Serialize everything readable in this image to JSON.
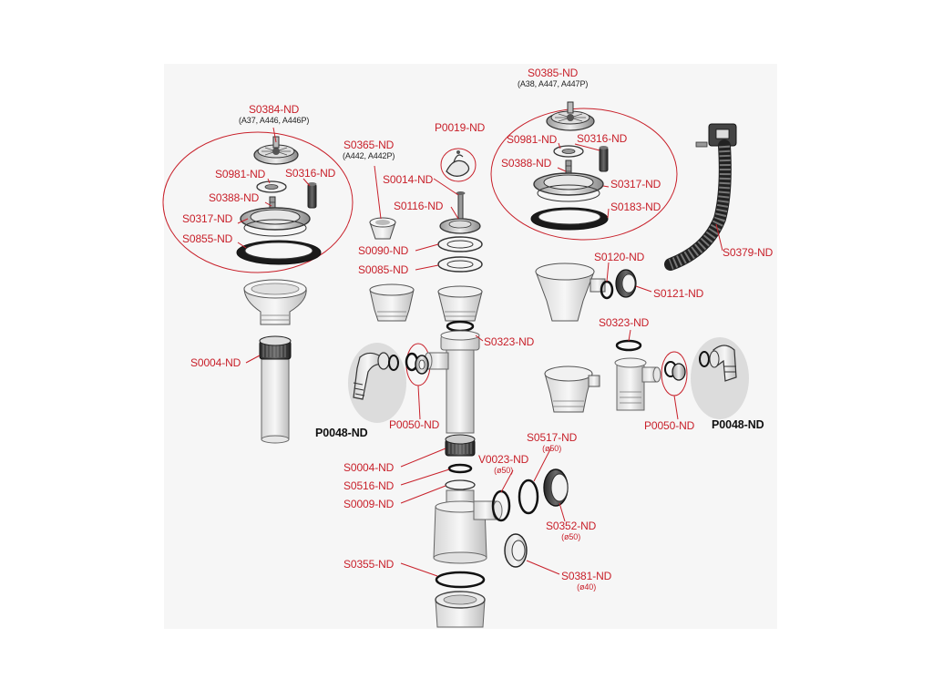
{
  "colors": {
    "label": "#c8202a",
    "bold_label": "#111111",
    "leader": "#c8202a",
    "outline": "#333333",
    "panel": "#f6f6f6"
  },
  "labels": {
    "s0384": {
      "code": "S0384-ND",
      "sub": "(A37, A446, A446P)"
    },
    "s0981a": {
      "code": "S0981-ND"
    },
    "s0316a": {
      "code": "S0316-ND"
    },
    "s0388a": {
      "code": "S0388-ND"
    },
    "s0317a": {
      "code": "S0317-ND"
    },
    "s0855": {
      "code": "S0855-ND"
    },
    "s0365": {
      "code": "S0365-ND",
      "sub": "(A442, A442P)"
    },
    "p0019": {
      "code": "P0019-ND"
    },
    "s0014": {
      "code": "S0014-ND"
    },
    "s0116": {
      "code": "S0116-ND"
    },
    "s0090": {
      "code": "S0090-ND"
    },
    "s0085": {
      "code": "S0085-ND"
    },
    "s0385": {
      "code": "S0385-ND",
      "sub": "(A38, A447, A447P)"
    },
    "s0981b": {
      "code": "S0981-ND"
    },
    "s0316b": {
      "code": "S0316-ND"
    },
    "s0388b": {
      "code": "S0388-ND"
    },
    "s0317b": {
      "code": "S0317-ND"
    },
    "s0183": {
      "code": "S0183-ND"
    },
    "s0379": {
      "code": "S0379-ND"
    },
    "s0120": {
      "code": "S0120-ND"
    },
    "s0121": {
      "code": "S0121-ND"
    },
    "s0323a": {
      "code": "S0323-ND"
    },
    "s0323b": {
      "code": "S0323-ND"
    },
    "s0004a": {
      "code": "S0004-ND"
    },
    "p0048a": {
      "code": "P0048-ND"
    },
    "p0050a": {
      "code": "P0050-ND"
    },
    "p0050b": {
      "code": "P0050-ND"
    },
    "p0048b": {
      "code": "P0048-ND"
    },
    "s0517": {
      "code": "S0517-ND",
      "dia": "(ø50)"
    },
    "v0023": {
      "code": "V0023-ND",
      "dia": "(ø50)"
    },
    "s0004b": {
      "code": "S0004-ND"
    },
    "s0516": {
      "code": "S0516-ND"
    },
    "s0009": {
      "code": "S0009-ND"
    },
    "s0352": {
      "code": "S0352-ND",
      "dia": "(ø50)"
    },
    "s0355": {
      "code": "S0355-ND"
    },
    "s0381": {
      "code": "S0381-ND",
      "dia": "(ø40)"
    }
  }
}
